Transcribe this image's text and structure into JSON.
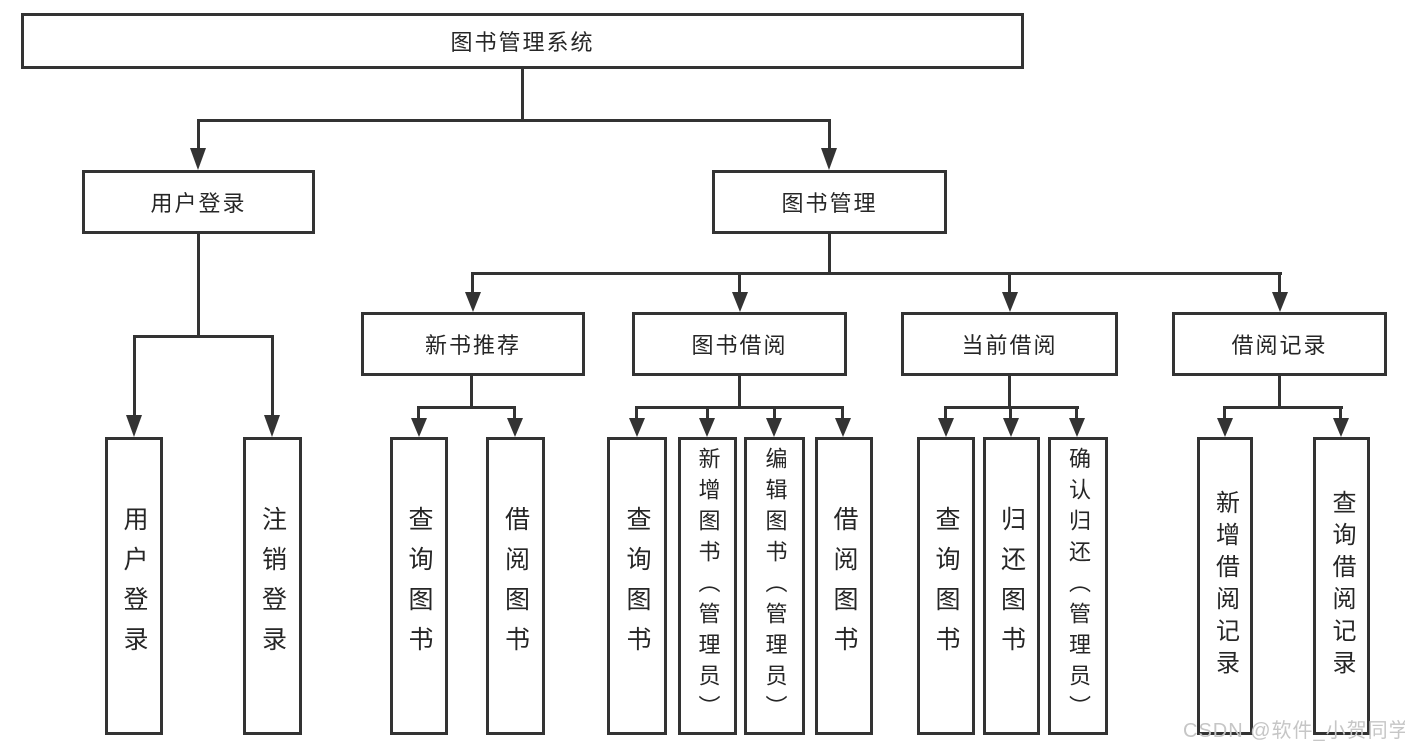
{
  "diagram": {
    "root": {
      "label": "图书管理系统"
    },
    "branches": [
      {
        "label": "用户登录",
        "children": [
          {
            "label": "用户登录"
          },
          {
            "label": "注销登录"
          }
        ]
      },
      {
        "label": "图书管理",
        "children": [
          {
            "label": "新书推荐",
            "children": [
              {
                "label": "查询图书"
              },
              {
                "label": "借阅图书"
              }
            ]
          },
          {
            "label": "图书借阅",
            "children": [
              {
                "label": "查询图书"
              },
              {
                "label": "新增图书（管理员）"
              },
              {
                "label": "编辑图书（管理员）"
              },
              {
                "label": "借阅图书"
              }
            ]
          },
          {
            "label": "当前借阅",
            "children": [
              {
                "label": "查询图书"
              },
              {
                "label": "归还图书"
              },
              {
                "label": "确认归还（管理员）"
              }
            ]
          },
          {
            "label": "借阅记录",
            "children": [
              {
                "label": "新增借阅记录"
              },
              {
                "label": "查询借阅记录"
              }
            ]
          }
        ]
      }
    ]
  },
  "watermark": "CSDN @软件_小贺同学",
  "colors": {
    "line": "#333333",
    "box_border": "#333333",
    "text": "#262626",
    "watermark": "#c6c6c6",
    "background": "#ffffff"
  }
}
